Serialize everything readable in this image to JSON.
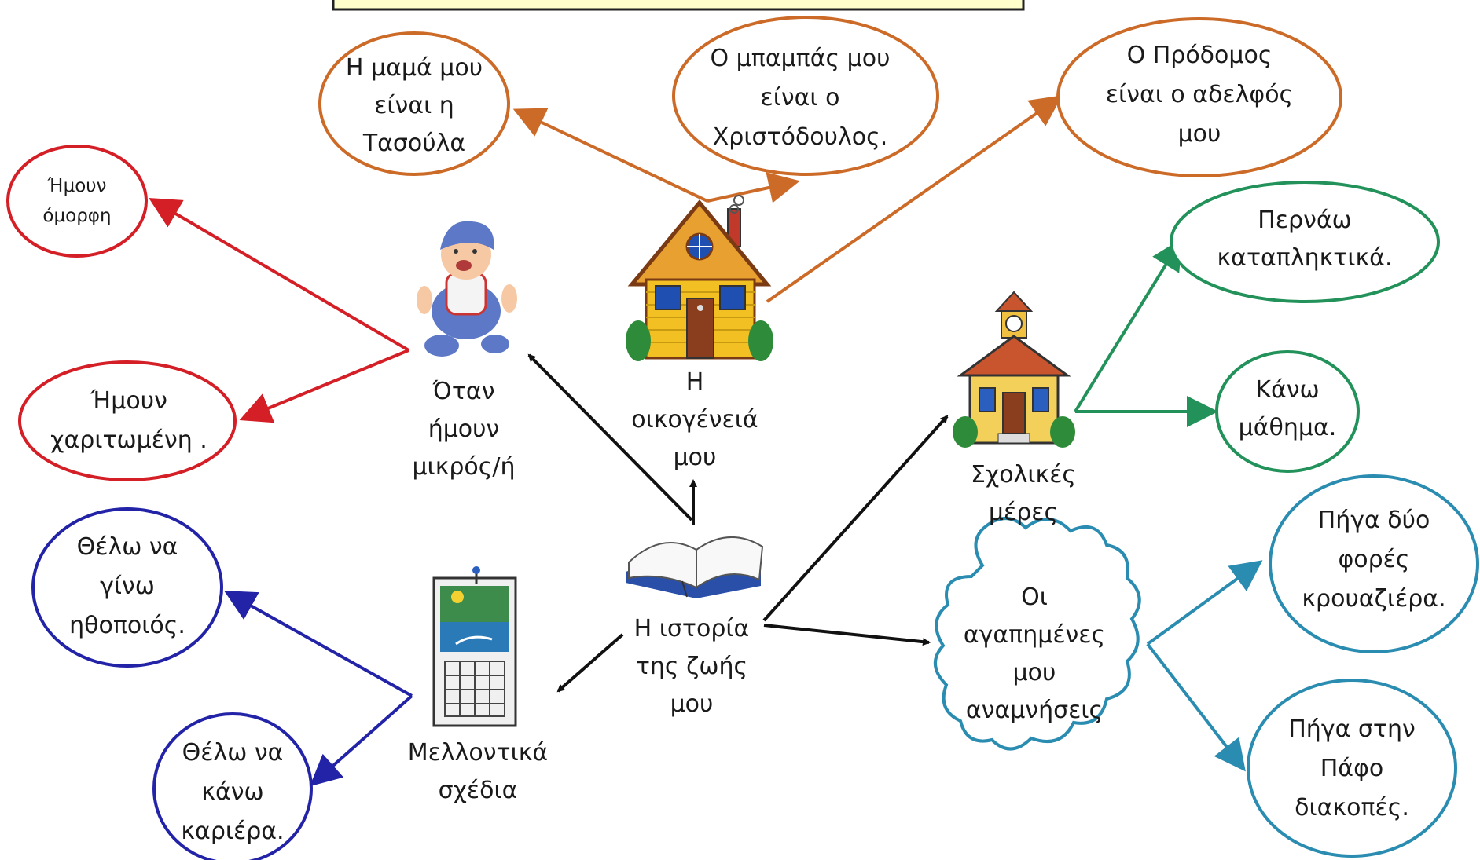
{
  "center": {
    "lines": [
      "Η ιστορία",
      "της ζωής",
      "μου"
    ]
  },
  "family": {
    "label": [
      "Η",
      "οικογένειά",
      "μου"
    ],
    "mother": [
      "Η μαμά μου",
      "είναι η",
      "Τασούλα"
    ],
    "father": [
      "Ο μπαμπάς μου",
      "είναι ο",
      "Χριστόδουλος."
    ],
    "brother": [
      "Ο Πρόδομος",
      "είναι ο αδελφός",
      "μου"
    ]
  },
  "childhood": {
    "label": [
      "Όταν",
      "ήμουν",
      "μικρός/ή"
    ],
    "beautiful": [
      "Ήμουν",
      "όμορφη"
    ],
    "charming": [
      "Ήμουν",
      "χαριτωμένη ."
    ]
  },
  "school": {
    "label": [
      "Σχολικές",
      "μέρες"
    ],
    "great": [
      "Περνάω",
      "καταπληκτικά."
    ],
    "lesson": [
      "Κάνω",
      "μάθημα."
    ]
  },
  "memories": {
    "label": [
      "Οι",
      "αγαπημένες",
      "μου",
      "αναμνήσεις"
    ],
    "cruise": [
      "Πήγα δύο",
      "φορές",
      "κρουαζιέρα."
    ],
    "paphos": [
      "Πήγα στην",
      "Πάφο",
      "διακοπές."
    ]
  },
  "future": {
    "label": [
      "Μελλοντικά",
      "σχέδια"
    ],
    "actor": [
      "Θέλω να",
      "γίνω",
      "ηθοποιός."
    ],
    "career": [
      "Θέλω να",
      "κάνω",
      "καριέρα."
    ]
  },
  "colors": {
    "orange": "#cc6a28",
    "red": "#d41f26",
    "green": "#22925a",
    "blue": "#2323a8",
    "teal": "#2a8cb0",
    "black": "#111111",
    "title_bg": "#ffffcc"
  }
}
